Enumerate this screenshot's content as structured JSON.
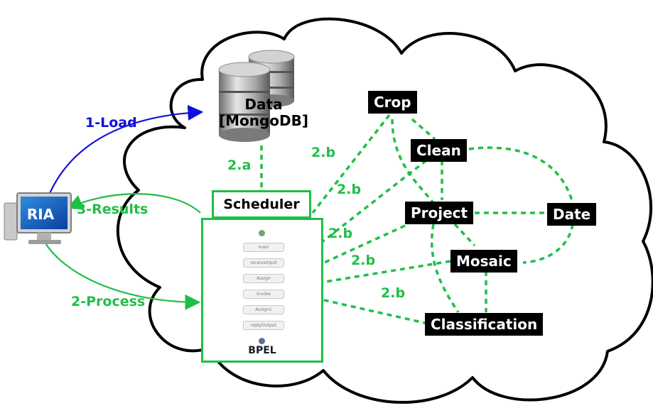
{
  "colors": {
    "green": "#1fbf47",
    "blue": "#1010d8",
    "node_bg": "#000000"
  },
  "icons": {
    "database": "database-icon",
    "computer": "computer-icon"
  },
  "data_store": {
    "line1": "Data",
    "line2": "[MongoDB]"
  },
  "ria": {
    "label": "RIA"
  },
  "scheduler": {
    "label": "Scheduler"
  },
  "bpel": {
    "label": "BPEL",
    "steps": [
      "main",
      "receiveInput",
      "Assign",
      "Invoke",
      "Assign1",
      "replyOutput"
    ]
  },
  "services": {
    "crop": "Crop",
    "clean": "Clean",
    "project": "Project",
    "date": "Date",
    "mosaic": "Mosaic",
    "classification": "Classification"
  },
  "arrows": {
    "load": "1-Load",
    "results": "3-Results",
    "process": "2-Process",
    "edge_2a": "2.a",
    "edge_2b": "2.b"
  }
}
